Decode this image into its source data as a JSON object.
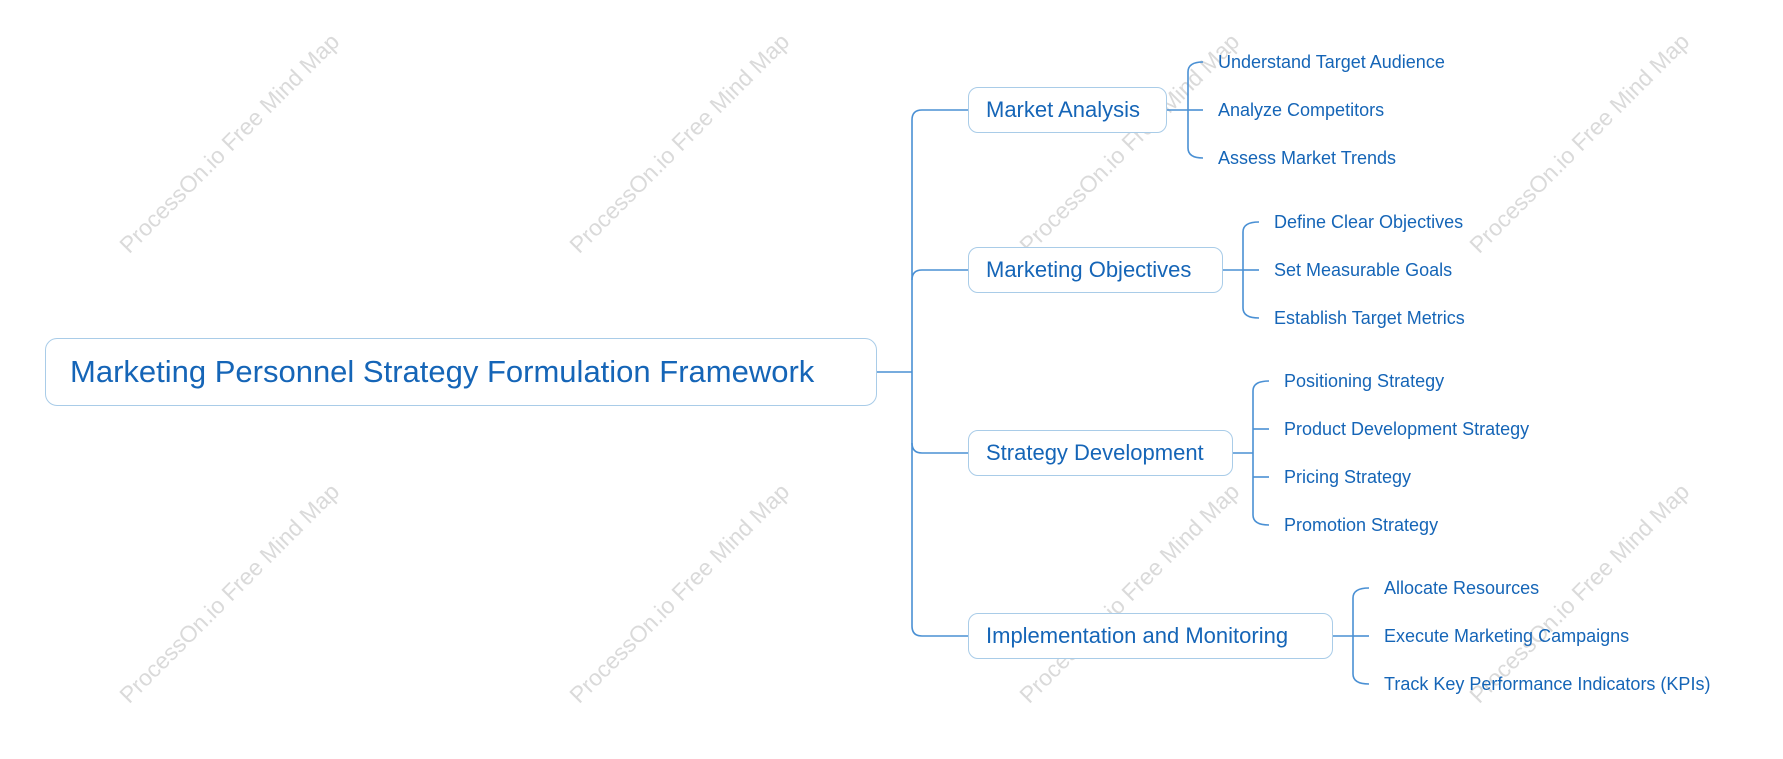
{
  "watermark_text": "ProcessOn.io Free Mind Map",
  "root": {
    "label": "Marketing Personnel Strategy Formulation Framework"
  },
  "branches": [
    {
      "label": "Market Analysis",
      "children": [
        "Understand Target Audience",
        "Analyze Competitors",
        "Assess Market Trends"
      ]
    },
    {
      "label": "Marketing Objectives",
      "children": [
        "Define Clear Objectives",
        "Set Measurable Goals",
        "Establish Target Metrics"
      ]
    },
    {
      "label": "Strategy Development",
      "children": [
        "Positioning Strategy",
        "Product Development Strategy",
        "Pricing Strategy",
        "Promotion Strategy"
      ]
    },
    {
      "label": "Implementation and Monitoring",
      "children": [
        "Allocate Resources",
        "Execute Marketing Campaigns",
        "Track Key Performance Indicators (KPIs)"
      ]
    }
  ],
  "colors": {
    "text": "#1565b7",
    "line": "#4a90d4",
    "border": "#a9cce8",
    "watermark": "#d4d4d4"
  }
}
